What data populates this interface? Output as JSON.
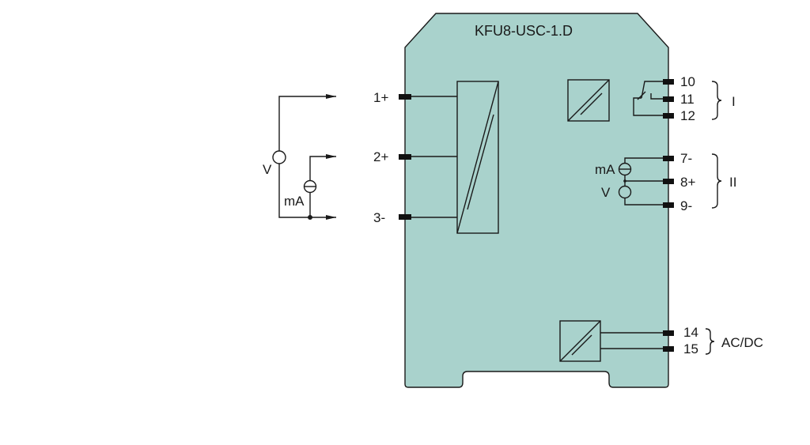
{
  "device": {
    "title": "KFU8-USC-1.D",
    "housing_color": "#a9d2cc"
  },
  "input": {
    "terminals": [
      "1+",
      "2+",
      "3-"
    ],
    "source_voltage": "V",
    "source_current": "mA"
  },
  "output_relay": {
    "terminals": [
      "10",
      "11",
      "12"
    ],
    "group": "I"
  },
  "output_analog": {
    "terminals": [
      "7-",
      "8+",
      "9-"
    ],
    "group": "II",
    "current": "mA",
    "voltage": "V"
  },
  "supply": {
    "terminals": [
      "14",
      "15"
    ],
    "label": "AC/DC"
  }
}
